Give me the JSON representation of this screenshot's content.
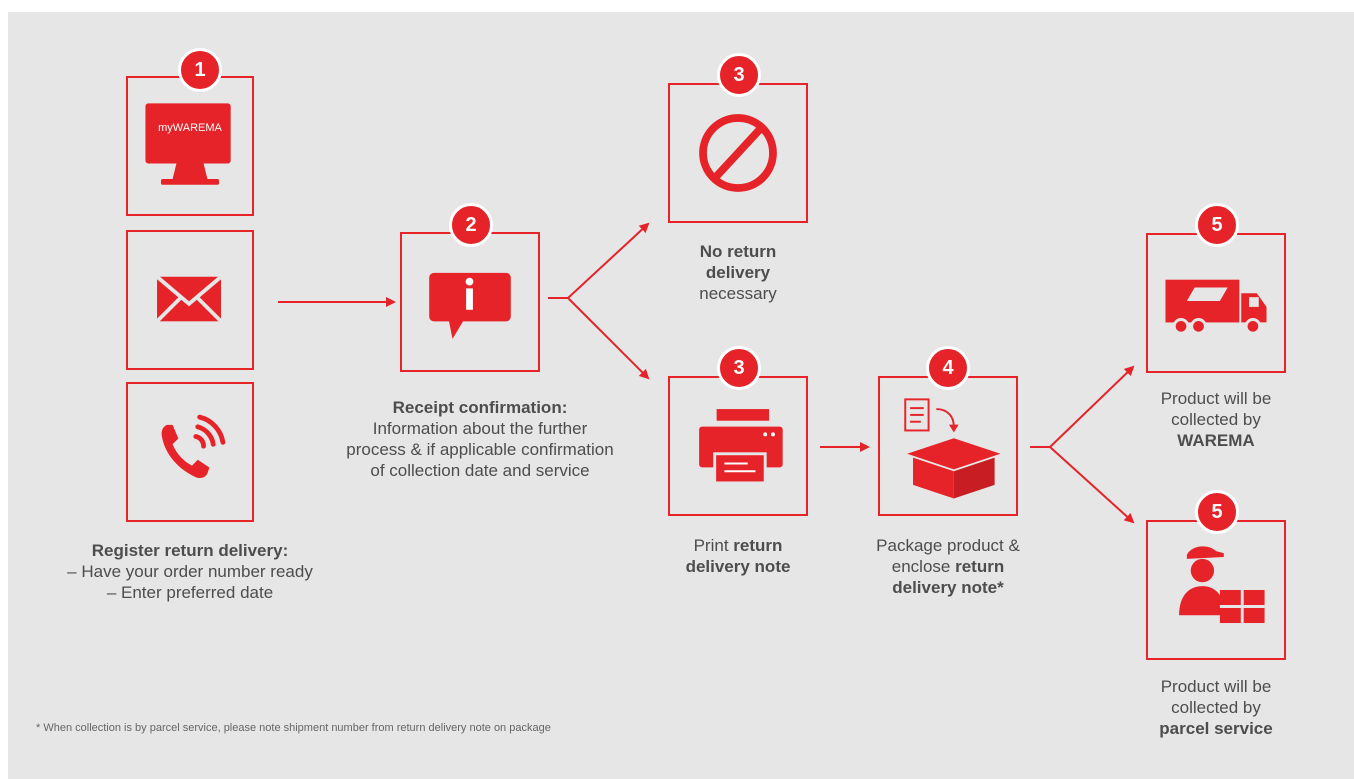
{
  "colors": {
    "accent": "#e52329",
    "background": "#e6e6e6",
    "text": "#4d4d4d"
  },
  "steps": {
    "s1": {
      "badge": "1",
      "screen_label": "myWAREMA",
      "icons": [
        "monitor-icon",
        "envelope-icon",
        "phone-icon"
      ]
    },
    "s2": {
      "badge": "2",
      "icon": "info-bubble-icon"
    },
    "s3a": {
      "badge": "3",
      "icon": "no-entry-icon"
    },
    "s3b": {
      "badge": "3",
      "icon": "printer-icon"
    },
    "s4": {
      "badge": "4",
      "icon": "package-icon"
    },
    "s5a": {
      "badge": "5",
      "icon": "truck-icon"
    },
    "s5b": {
      "badge": "5",
      "icon": "courier-icon"
    }
  },
  "text": {
    "register": {
      "title": "Register return delivery:",
      "line1": "– Have your order number ready",
      "line2": "– Enter preferred date"
    },
    "receipt": {
      "title": "Receipt confirmation:",
      "line1": "Information about the further",
      "line2": "process & if applicable confirmation",
      "line3": "of collection date and service"
    },
    "no_return": {
      "bold1": "No return",
      "bold2": "delivery",
      "line3": "necessary"
    },
    "print": {
      "pre": "Print ",
      "bold1": "return",
      "bold2": "delivery note"
    },
    "package": {
      "line1": "Package product &",
      "pre2": "enclose ",
      "bold2": "return",
      "bold3": "delivery note*"
    },
    "warema": {
      "line1": "Product will be",
      "line2": "collected by",
      "bold3": "WAREMA"
    },
    "parcel": {
      "line1": "Product will be",
      "line2": "collected by",
      "bold3": "parcel service"
    }
  },
  "footnote": "* When collection is by parcel service, please note shipment number from return delivery note on package"
}
